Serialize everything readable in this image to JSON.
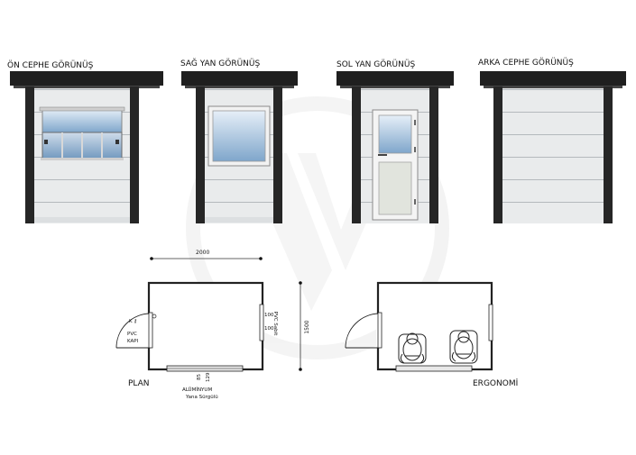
{
  "elevations": {
    "front": "ÖN CEPHE GÖRÜNÜŞ",
    "right": "SAĞ YAN GÖRÜNÜŞ",
    "left": "SOL YAN GÖRÜNÜŞ",
    "back": "ARKA CEPHE GÖRÜNÜŞ"
  },
  "plan": {
    "title": "PLAN",
    "width_dim": "2000",
    "depth_dim": "1500",
    "door": {
      "k": "K",
      "material": "PVC",
      "type": "KAPI"
    },
    "fixed_window": {
      "label1": "PVC Sabit",
      "dim1": "100",
      "dim2": "100"
    },
    "sliding_window": {
      "dim1": "85",
      "dim2": "129",
      "material": "ALÜMİNYUM",
      "type": "Yana Sürgülü"
    }
  },
  "ergonomics": {
    "title": "ERGONOMİ"
  },
  "colors": {
    "frame": "#2b2b2b",
    "panel": "#e9ebec",
    "panel_line": "#b9bec2",
    "glass_top": "#dce8f4",
    "glass_bottom": "#7ea7cc",
    "watermark": "#ececec"
  }
}
